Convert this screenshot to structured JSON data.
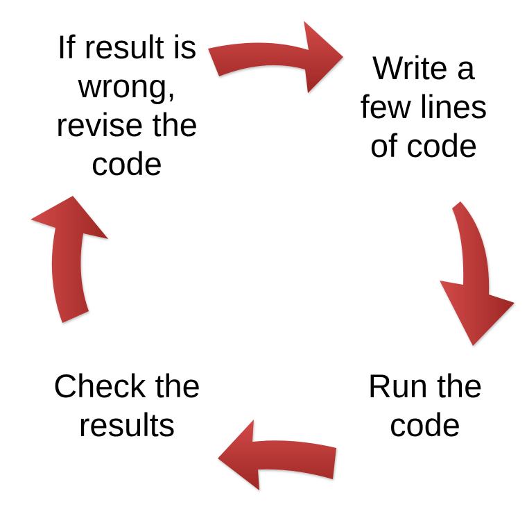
{
  "diagram": {
    "steps": [
      {
        "id": "revise",
        "label": "If result is\nwrong,\nrevise the\ncode"
      },
      {
        "id": "write",
        "label": "Write a\nfew lines\nof code"
      },
      {
        "id": "run",
        "label": "Run the\ncode"
      },
      {
        "id": "check",
        "label": "Check the\nresults"
      }
    ],
    "arrows": [
      {
        "from": "revise",
        "to": "write",
        "icon": "right-arrow-icon"
      },
      {
        "from": "write",
        "to": "run",
        "icon": "down-arrow-icon"
      },
      {
        "from": "run",
        "to": "check",
        "icon": "left-arrow-icon"
      },
      {
        "from": "check",
        "to": "revise",
        "icon": "up-arrow-icon"
      }
    ],
    "colors": {
      "arrow_light": "#d24a49",
      "arrow_dark": "#9d2724",
      "text": "#000000"
    }
  }
}
